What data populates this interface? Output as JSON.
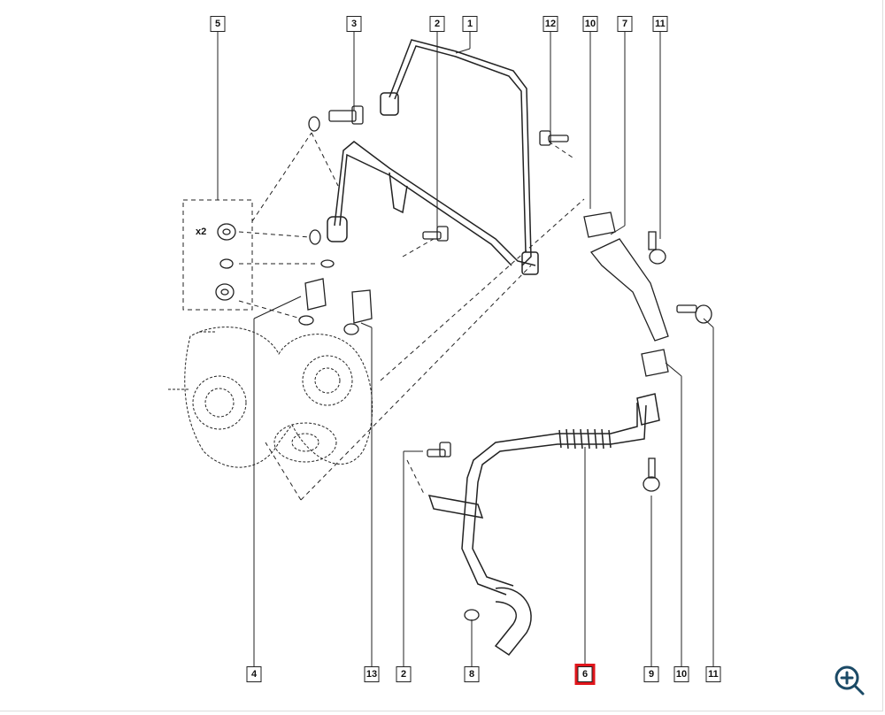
{
  "diagram": {
    "multiplier_text": "x2",
    "top_labels": [
      "5",
      "3",
      "2",
      "1",
      "12",
      "10",
      "7",
      "11"
    ],
    "bottom_labels": [
      "4",
      "13",
      "2",
      "8",
      "6",
      "9",
      "10",
      "11"
    ],
    "selected_label": "6",
    "selected_color": "#e0151b"
  },
  "controls": {
    "zoom_icon": "zoom-in-icon",
    "zoom_color": "#1b4a66"
  }
}
